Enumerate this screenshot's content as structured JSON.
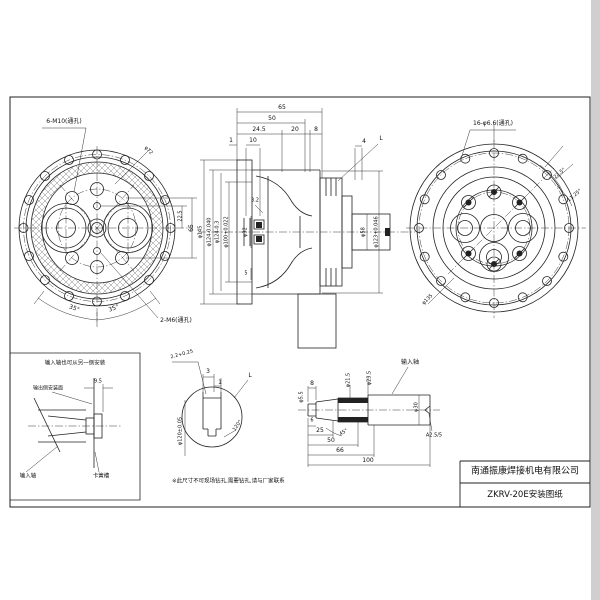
{
  "title_block": {
    "company": "南通振康焊接机电有限公司",
    "drawing_name": "ZKRV-20E安装图纸"
  },
  "left_view": {
    "label_bolt_holes": "6-M10(通孔)",
    "label_pitch_dia": "φ72",
    "dim_22_5": "22.5",
    "dim_65": "65",
    "angle_left": "35°",
    "angle_right": "35°",
    "label_m6_holes": "2-M6(通孔)"
  },
  "section_view": {
    "dim_65": "65",
    "dim_50": "50",
    "dim_24_5": "24.5",
    "dim_20": "20",
    "dim_8": "8",
    "dim_1": "1",
    "dim_10": "10",
    "dim_4": "4",
    "detail_ref": "L",
    "dia_145": "φ145",
    "dia_124_tol": "φ124-0.040",
    "dia_124_3": "φ124-0.3",
    "dia_100": "φ100+0.022",
    "rough_3_2": "3.2",
    "dia_32": "φ32",
    "dim_5": "5",
    "dia_58": "φ58",
    "dia_123": "φ123+0.046"
  },
  "right_view": {
    "label_bolt_holes": "16-φ6.6(通孔)",
    "angle_22_5": "22.5°",
    "angle_11_25": "11.25°",
    "label_dia_135": "φ135"
  },
  "detail_l": {
    "ref": "L",
    "dim_groove": "2.2+0.25",
    "dim_3": "3",
    "dim_1": "1",
    "angle_120": "120°",
    "dia_120": "φ120±0.05"
  },
  "note": {
    "text": "※此尺寸不可现场钻孔,需要钻孔,请与厂家联系"
  },
  "input_shaft": {
    "label": "输入轴",
    "dim_8": "8",
    "dia_5_5": "φ5.5",
    "dia_21_5": "φ21.5",
    "dia_23_5": "φ23.5",
    "dia_30": "φ30",
    "dim_6": "6",
    "dim_25": "25",
    "angle_45": "45°",
    "dim_50": "50",
    "dim_66": "66",
    "dim_100": "100",
    "center_hole": "A2.5/5"
  },
  "install_box": {
    "title": "输入轴也可从另一侧安装",
    "face_label": "输出侧安装面",
    "dim_9_5": "9.5",
    "shaft_label": "输入轴",
    "ring_label": "卡簧槽"
  }
}
